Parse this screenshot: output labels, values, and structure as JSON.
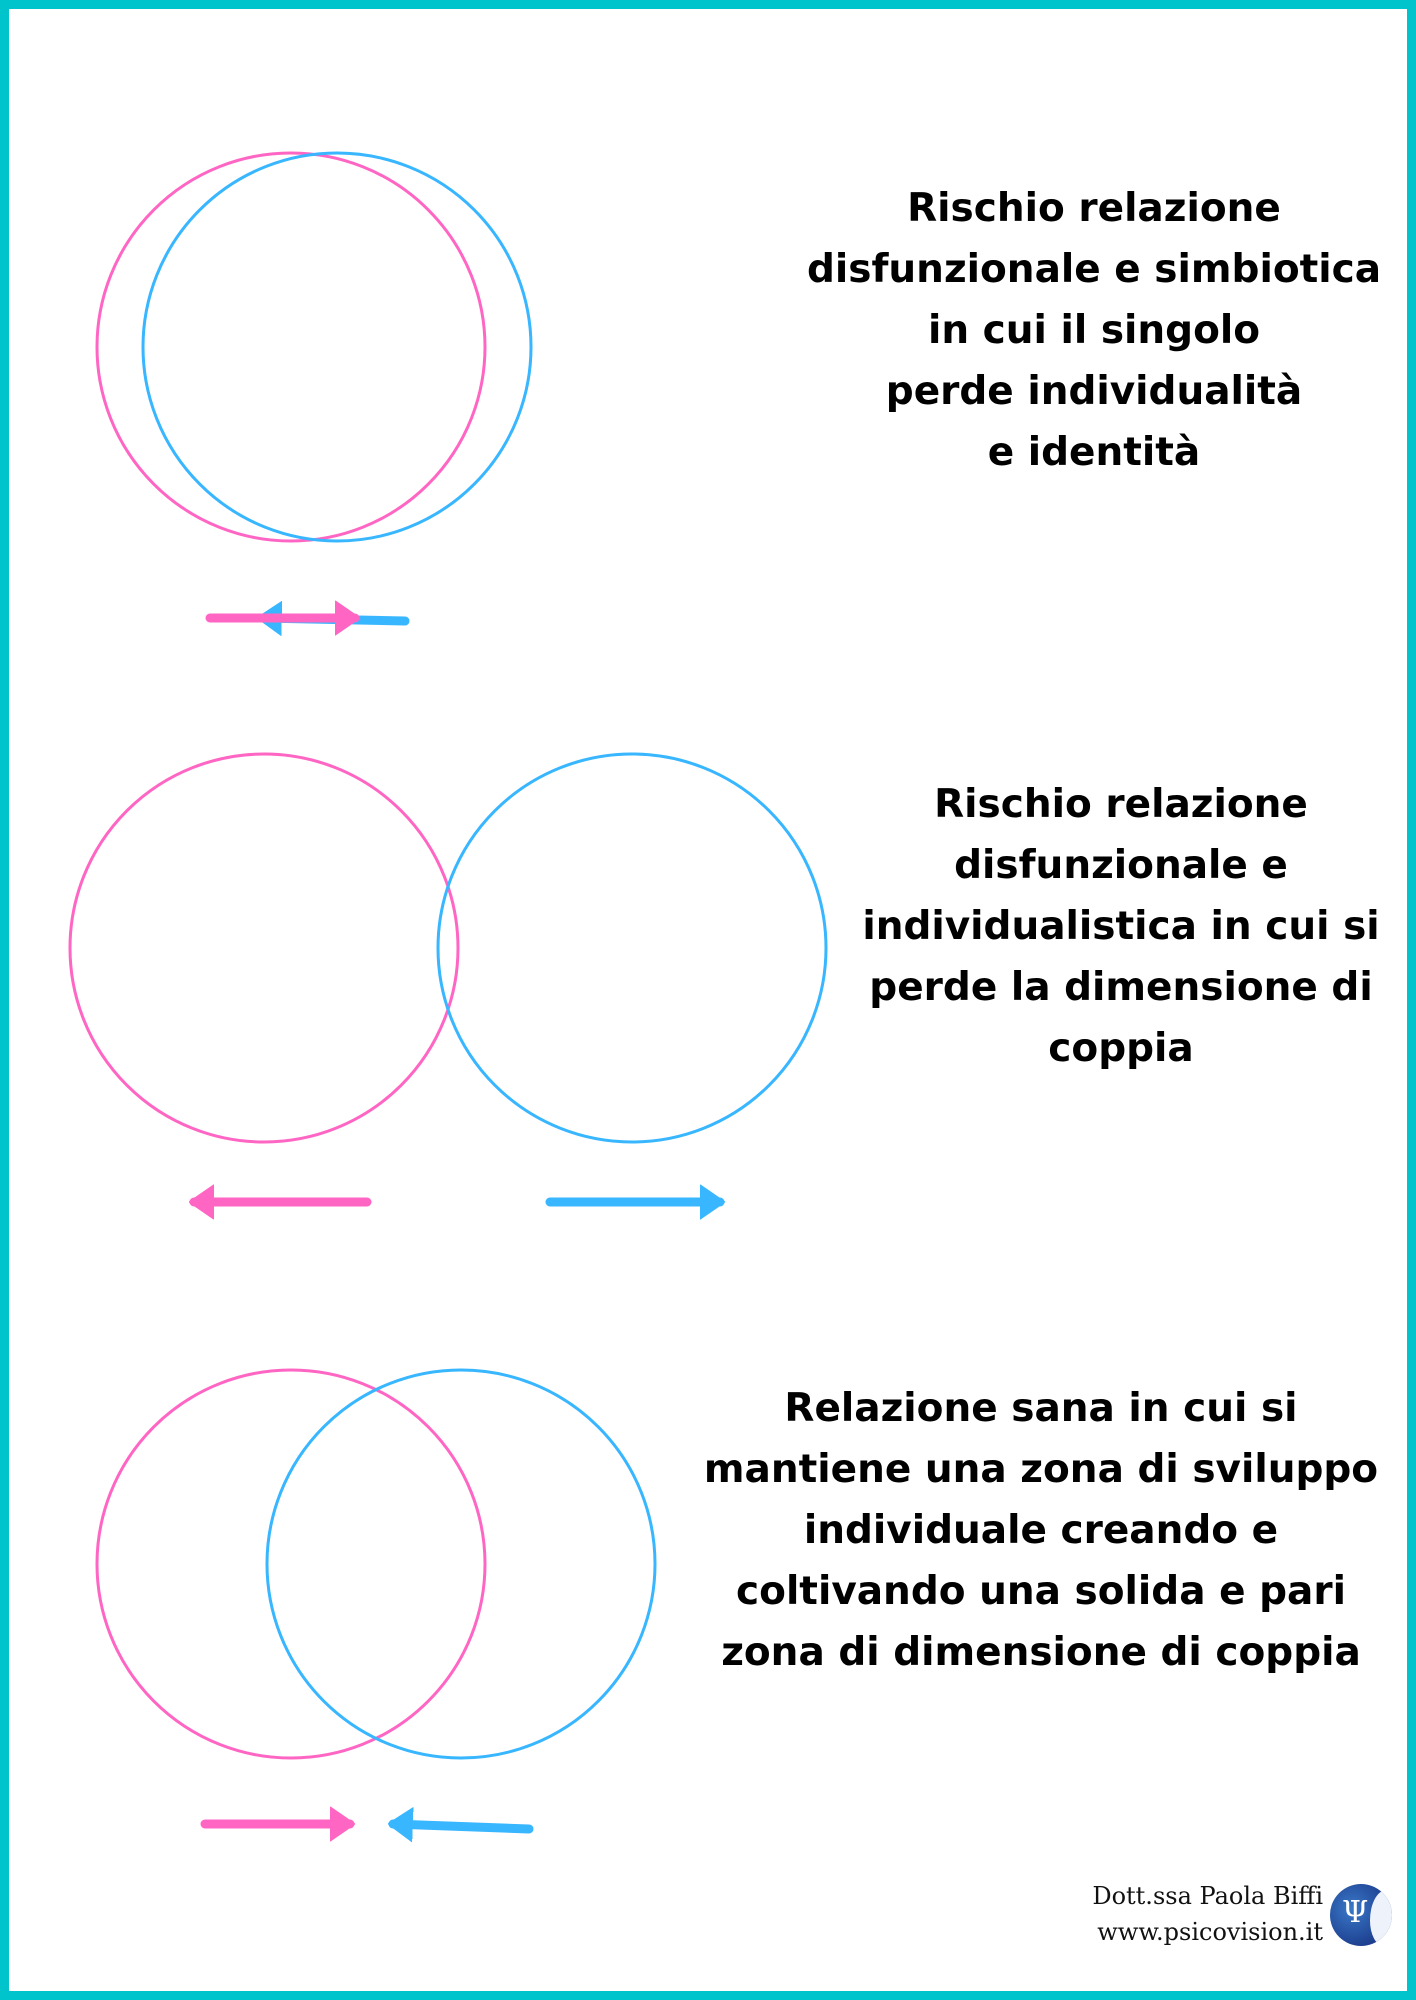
{
  "colors": {
    "border": "#00c4cc",
    "partner_a": "#ff66c4",
    "partner_b": "#38b6ff"
  },
  "sections": [
    {
      "lines": [
        "Rischio relazione",
        "disfunzionale e simbiotica",
        "in cui il singolo",
        "perde individualità",
        "e identità"
      ]
    },
    {
      "lines": [
        "Rischio relazione",
        "disfunzionale e",
        "individualistica in cui si",
        "perde la dimensione di",
        "coppia"
      ]
    },
    {
      "lines": [
        "Relazione sana in cui si",
        "mantiene una zona di sviluppo",
        "individuale creando e",
        "coltivando una solida e pari",
        "zona di dimensione di coppia"
      ]
    }
  ],
  "footer": {
    "author": "Dott.ssa Paola Biffi",
    "website": "www.psicovision.it",
    "logo_icon": "psi-head-logo"
  }
}
